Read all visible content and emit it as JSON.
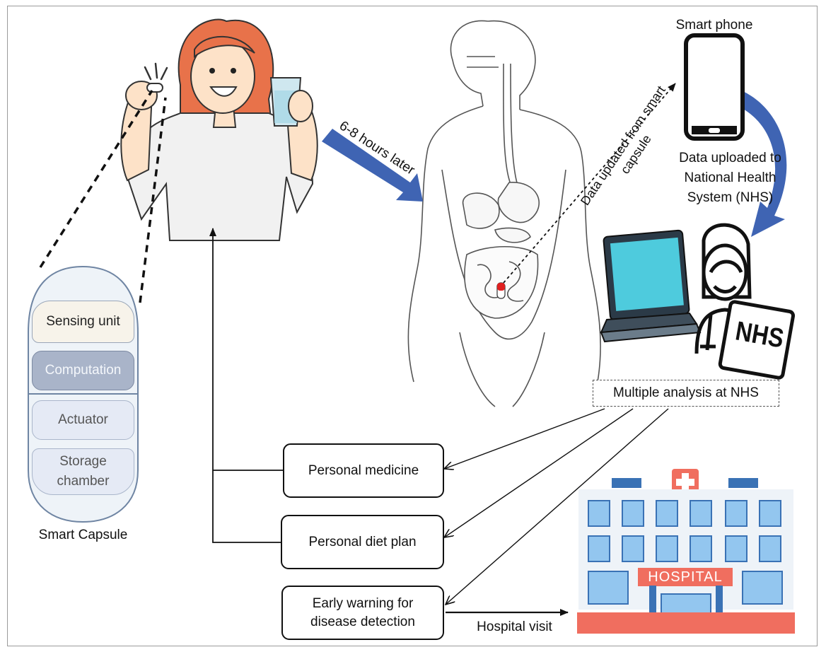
{
  "capsule": {
    "title": "Smart Capsule",
    "sections": [
      "Sensing unit",
      "Computation",
      "Actuator",
      "Storage chamber"
    ]
  },
  "labels": {
    "delay": "6-8 hours later",
    "data_update": "Data updated from smart capsule",
    "smartphone": "Smart phone",
    "nhs_upload": "Data uploaded to National Health System (NHS)",
    "nhs_badge": "NHS",
    "analysis": "Multiple analysis at NHS",
    "hospital_sign": "HOSPITAL",
    "hospital_visit": "Hospital visit"
  },
  "outcomes": {
    "medicine": "Personal medicine",
    "diet": "Personal diet plan",
    "warning": "Early warning for disease detection"
  },
  "colors": {
    "blue_arrow": "#3f64b3",
    "hair": "#e8724a",
    "capsule_top": "#f7f3ea",
    "capsule_compute": "#a9b4c9",
    "capsule_bottom": "#e5eaf5",
    "laptop_screen": "#4ecbdd",
    "hospital_roof": "#f06e5f",
    "hospital_window": "#93c6ef"
  }
}
